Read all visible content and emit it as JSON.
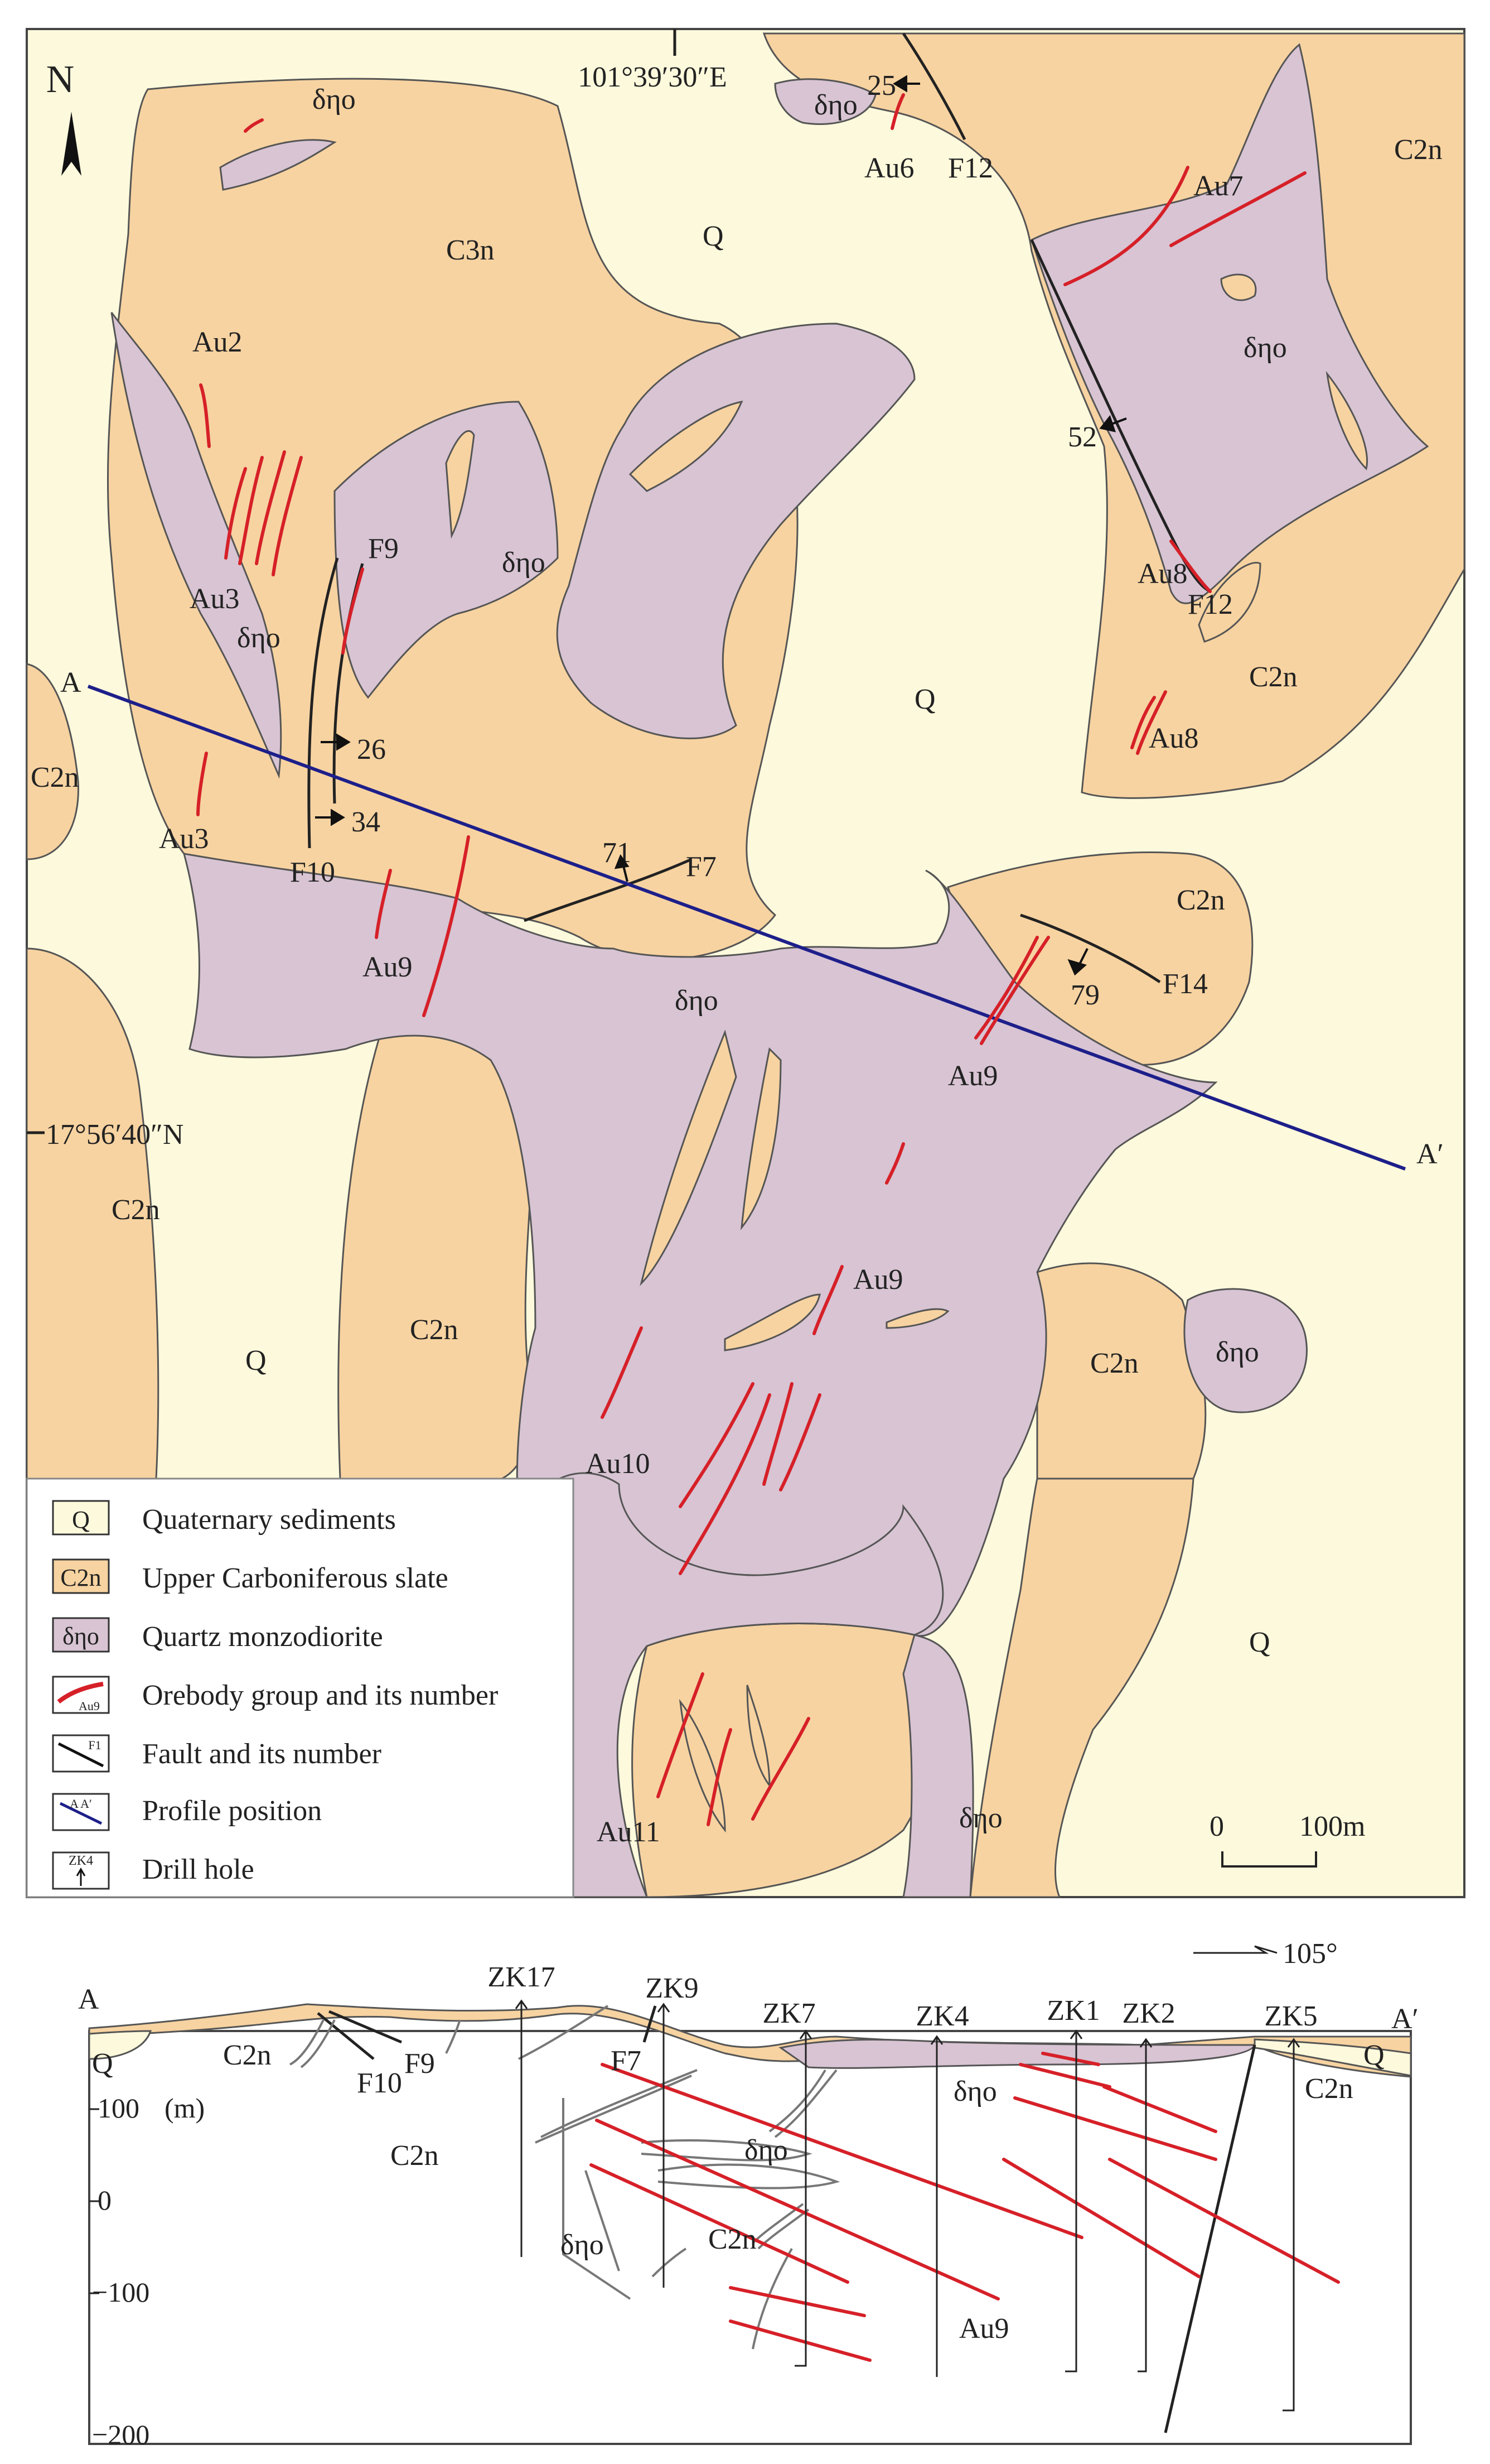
{
  "colors": {
    "quaternary": "#fdf9dc",
    "slate": "#f7d3a1",
    "diorite": "#d8c4d3",
    "orebody": "#d62028",
    "profile": "#1d1f8a",
    "line": "#333333"
  },
  "north_label": "N",
  "coordinates": {
    "longitude": "101°39′30″E",
    "latitude": "17°56′40″N"
  },
  "profile_ends": {
    "start": "A",
    "end": "A′"
  },
  "map_labels": {
    "q": "Q",
    "c2n": "C2n",
    "c3n": "C3n",
    "dno": "δηο",
    "f7": "F7",
    "f9": "F9",
    "f10": "F10",
    "f12": "F12",
    "f14": "F14",
    "au2": "Au2",
    "au3": "Au3",
    "au6": "Au6",
    "au7": "Au7",
    "au8": "Au8",
    "au9": "Au9",
    "au10": "Au10",
    "au11": "Au11",
    "dip25": "25",
    "dip52": "52",
    "dip26": "26",
    "dip34": "34",
    "dip71": "71",
    "dip79": "79"
  },
  "legend": {
    "items": [
      {
        "symbol": "Q",
        "label": "Quaternary sediments"
      },
      {
        "symbol": "C2n",
        "label": "Upper Carboniferous  slate"
      },
      {
        "symbol": "δηο",
        "label": "Quartz monzodiorite"
      },
      {
        "symbol": "Au9",
        "label": "Orebody group and its number"
      },
      {
        "symbol": "F1",
        "label": "Fault and its number"
      },
      {
        "symbol": "A A′",
        "label": "Profile position"
      },
      {
        "symbol": "ZK4",
        "label": "Drill hole"
      }
    ]
  },
  "scale_bar": {
    "start": "0",
    "end": "100m"
  },
  "section": {
    "azimuth": "105°",
    "axis_unit": "(m)",
    "axis_ticks": [
      "100",
      "0",
      "−100",
      "−200"
    ],
    "drill_holes": [
      "ZK17",
      "ZK9",
      "ZK7",
      "ZK4",
      "ZK1",
      "ZK2",
      "ZK5"
    ],
    "labels": {
      "q_left": "Q",
      "q_right": "Q",
      "c2n_a": "C2n",
      "c2n_b": "C2n",
      "c2n_c": "C2n",
      "c2n_d": "C2n",
      "f10": "F10",
      "f9": "F9",
      "f7": "F7",
      "dno_a": "δηο",
      "dno_b": "δηο",
      "dno_c": "δηο",
      "au9": "Au9"
    }
  }
}
